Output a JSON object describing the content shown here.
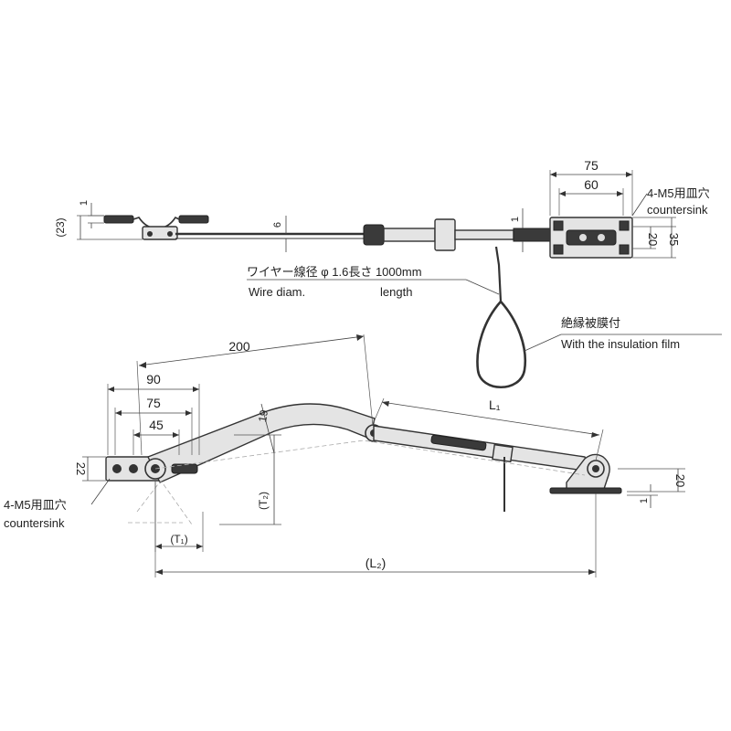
{
  "top_view": {
    "dim_75": "75",
    "dim_60": "60",
    "dim_20": "20",
    "dim_35": "35",
    "dim_23": "(23)",
    "dim_1_left": "1",
    "dim_6": "6",
    "dim_1_mid": "1",
    "screw_note_jp": "4-M5用皿穴",
    "screw_note_en": "countersink",
    "wire_note_jp": "ワイヤー線径 φ 1.6長さ 1000mm",
    "wire_note_en_1": "Wire diam.",
    "wire_note_en_2": "length",
    "film_note_jp": "絶縁被膜付",
    "film_note_en": "With the insulation film"
  },
  "side_view": {
    "dim_200": "200",
    "dim_90": "90",
    "dim_75": "75",
    "dim_45": "45",
    "dim_22": "22",
    "dim_19": "19",
    "dim_L1": "L₁",
    "dim_T2": "(T₂)",
    "dim_T1": "(T₁)",
    "dim_L2": "(L₂)",
    "dim_20": "20",
    "dim_1": "1",
    "screw_note_jp": "4-M5用皿穴",
    "screw_note_en": "countersink"
  }
}
